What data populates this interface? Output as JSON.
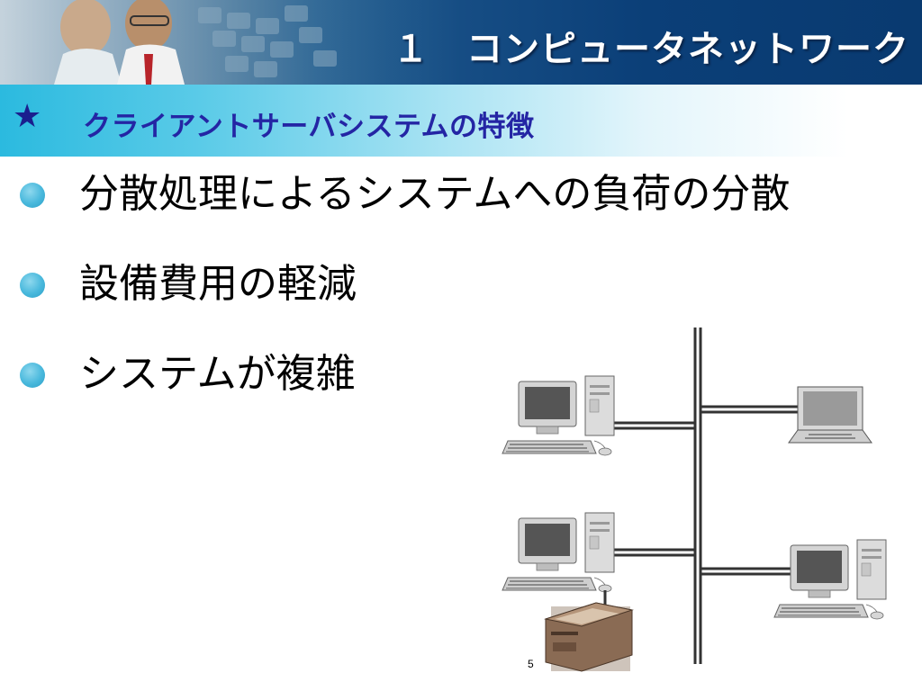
{
  "header": {
    "title": "１　コンピュータネットワーク"
  },
  "subtitle": {
    "star": "★",
    "text": "クライアントサーバシステムの特徴"
  },
  "bullets": [
    {
      "text": "分散処理によるシステムへの負荷の分散"
    },
    {
      "text": "設備費用の軽減"
    },
    {
      "text": "システムが複雑"
    }
  ],
  "diagram": {
    "devices": [
      "desktop-computer-icon",
      "laptop-icon",
      "desktop-computer-icon",
      "desktop-computer-icon",
      "printer-icon"
    ]
  },
  "footer": {
    "page_number": "5"
  },
  "colors": {
    "header_dark": "#0b3f78",
    "subtitle_band": "#2bbadf",
    "subtitle_text": "#2425a4",
    "bullet_dot": "#48b8dc"
  }
}
